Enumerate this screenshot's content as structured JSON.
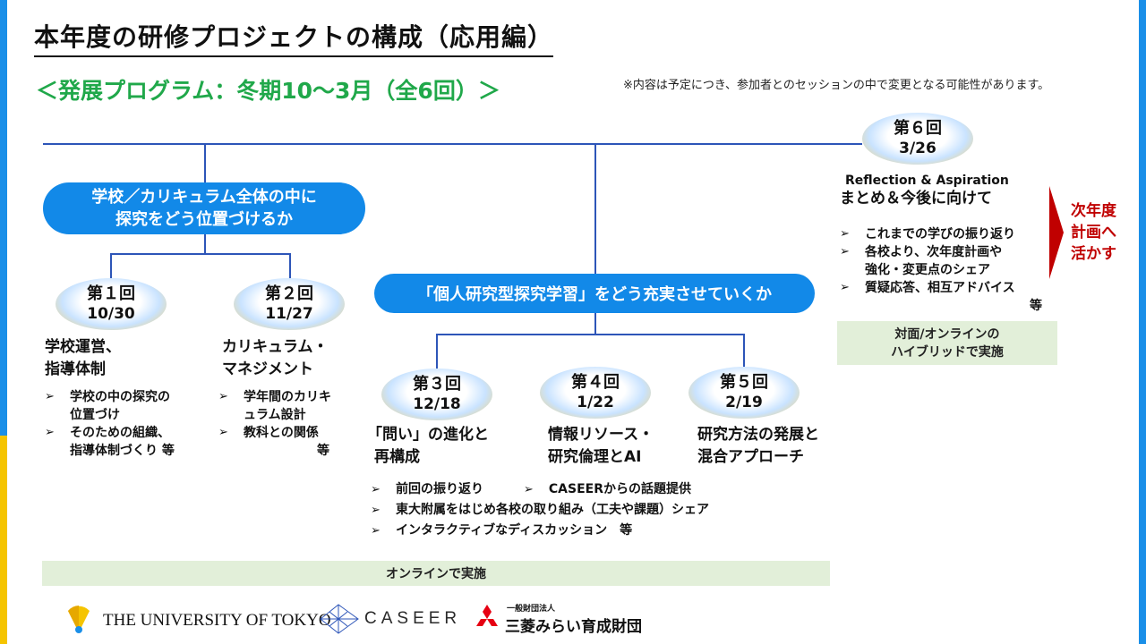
{
  "title": "本年度の研修プロジェクトの構成（応用編）",
  "subtitle": "＜発展プログラム：冬期10〜3月（全6回）＞",
  "note": "※内容は予定につき、参加者とのセッションの中で変更となる可能性があります。",
  "pill1": {
    "line1": "学校／カリキュラム全体の中に",
    "line2": "探究をどう位置づけるか"
  },
  "pill2": "「個人研究型探究学習」をどう充実させていくか",
  "sessions": [
    {
      "num": "第１回",
      "date": "10/30",
      "heading1": "学校運営、",
      "heading2": "指導体制",
      "bullets": [
        "学校の中の探究の",
        "位置づけ",
        "そのための組織、",
        "指導体制づくり 等"
      ]
    },
    {
      "num": "第２回",
      "date": "11/27",
      "heading1": "カリキュラム・",
      "heading2": "マネジメント",
      "bullets": [
        "学年間のカリキ",
        "ュラム設計",
        "教科との関係",
        "等"
      ]
    },
    {
      "num": "第３回",
      "date": "12/18",
      "heading1": "「問い」の進化と",
      "heading2": "再構成"
    },
    {
      "num": "第４回",
      "date": "1/22",
      "heading1": "情報リソース・",
      "heading2": "研究倫理とAI"
    },
    {
      "num": "第５回",
      "date": "2/19",
      "heading1": "研究方法の発展と",
      "heading2": "混合アプローチ"
    },
    {
      "num": "第６回",
      "date": "3/26",
      "heading_en": "Reflection & Aspiration",
      "heading1": "まとめ＆今後に向けて",
      "bullets": [
        "これまでの学びの振り返り",
        "各校より、次年度計画や",
        "強化・変更点のシェア",
        "質疑応答、相互アドバイス",
        "等"
      ]
    }
  ],
  "middle_bullets": {
    "a": "前回の振り返り",
    "b": "CASEERからの話題提供",
    "c": "東大附属をはじめ各校の取り組み（工夫や課題）シェア",
    "d": "インタラクティブなディスカッション　等"
  },
  "hybrid": {
    "line1": "対面/オンラインの",
    "line2": "ハイブリッドで実施"
  },
  "online": "オンラインで実施",
  "next_year": {
    "line1": "次年度",
    "line2": "計画へ",
    "line3": "活かす"
  },
  "logos": {
    "utokyo": "THE UNIVERSITY OF TOKYO",
    "caseer": "CASEER",
    "mitsubishi_small": "一般財団法人",
    "mitsubishi": "三菱みらい育成財団"
  },
  "colors": {
    "accent_blue": "#1289e8",
    "title_green": "#20a84a",
    "alert_red": "#c00000",
    "box_green": "#e2efd9"
  }
}
